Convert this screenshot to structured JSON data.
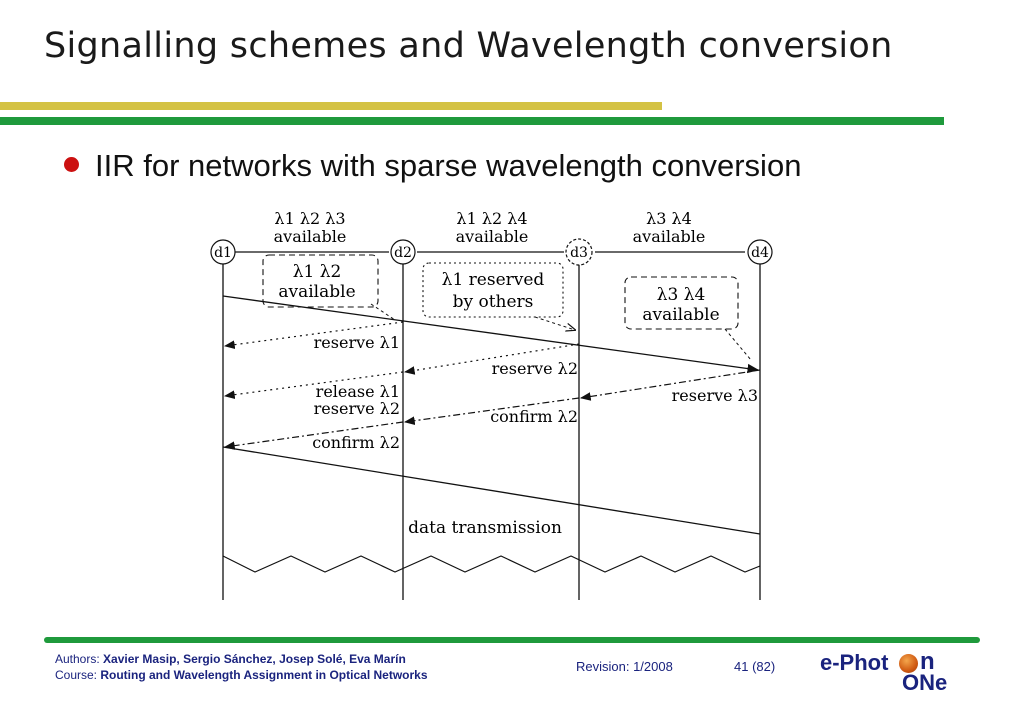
{
  "slide": {
    "title": "Signalling schemes and Wavelength conversion",
    "bullet": "IIR for networks with sparse wavelength conversion"
  },
  "colors": {
    "yellow_bar": "#d4c244",
    "green_bar": "#1f9a3c",
    "bullet": "#cc1111",
    "footer_line": "#1f9a3c",
    "footer_text": "#1a237e"
  },
  "diagram": {
    "nodes": [
      "d1",
      "d2",
      "d3",
      "d4"
    ],
    "link_top": [
      {
        "line1": "λ1  λ2  λ3",
        "line2": "available"
      },
      {
        "line1": "λ1  λ2  λ4",
        "line2": "available"
      },
      {
        "line1": "λ3  λ4",
        "line2": "available"
      }
    ],
    "boxes": [
      {
        "line1": "λ1  λ2",
        "line2": "available"
      },
      {
        "line1": "λ1  reserved",
        "line2": "by others"
      },
      {
        "line1": "λ3  λ4",
        "line2": "available"
      }
    ],
    "messages": {
      "reserve_l1": "reserve  λ1",
      "reserve_l2_mid": "reserve  λ2",
      "release_l1": "release  λ1",
      "reserve_l2_left": "reserve  λ2",
      "reserve_l3": "reserve  λ3",
      "confirm_l2_mid": "confirm λ2",
      "confirm_l2_left": "confirm λ2",
      "data": "data transmission"
    }
  },
  "footer": {
    "authors_label": "Authors: ",
    "authors": "Xavier Masip, Sergio Sánchez, Josep Solé, Eva Marín",
    "course_label": "Course: ",
    "course": "Routing and Wavelength Assignment  in Optical Networks",
    "revision": "Revision: 1/2008",
    "page": "41 (82)",
    "logo_part1": "e-Phot",
    "logo_part2": "n",
    "logo_part3": "ONe"
  }
}
